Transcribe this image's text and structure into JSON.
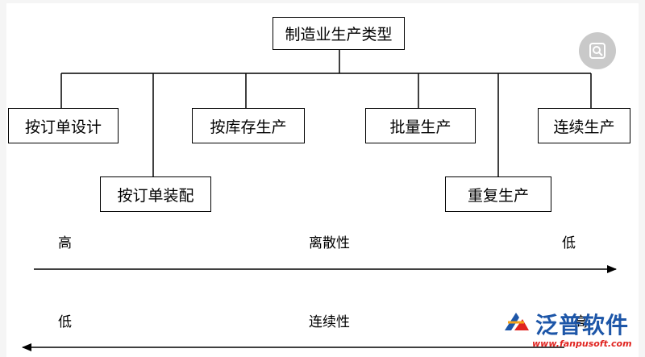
{
  "root": "制造业生产类型",
  "top_boxes": [
    "按订单设计",
    "按库存生产",
    "批量生产",
    "连续生产"
  ],
  "bottom_boxes": [
    "按订单装配",
    "重复生产"
  ],
  "axis_discrete": {
    "left": "高",
    "center": "离散性",
    "right": "低"
  },
  "axis_continuity": {
    "left": "低",
    "center": "连续性",
    "right": "高"
  },
  "watermark": {
    "name": "泛普软件",
    "url": "www.fanpusoft.com"
  },
  "colors": {
    "watermark_blue": "#1d56a8",
    "watermark_red": "#e0231f"
  }
}
